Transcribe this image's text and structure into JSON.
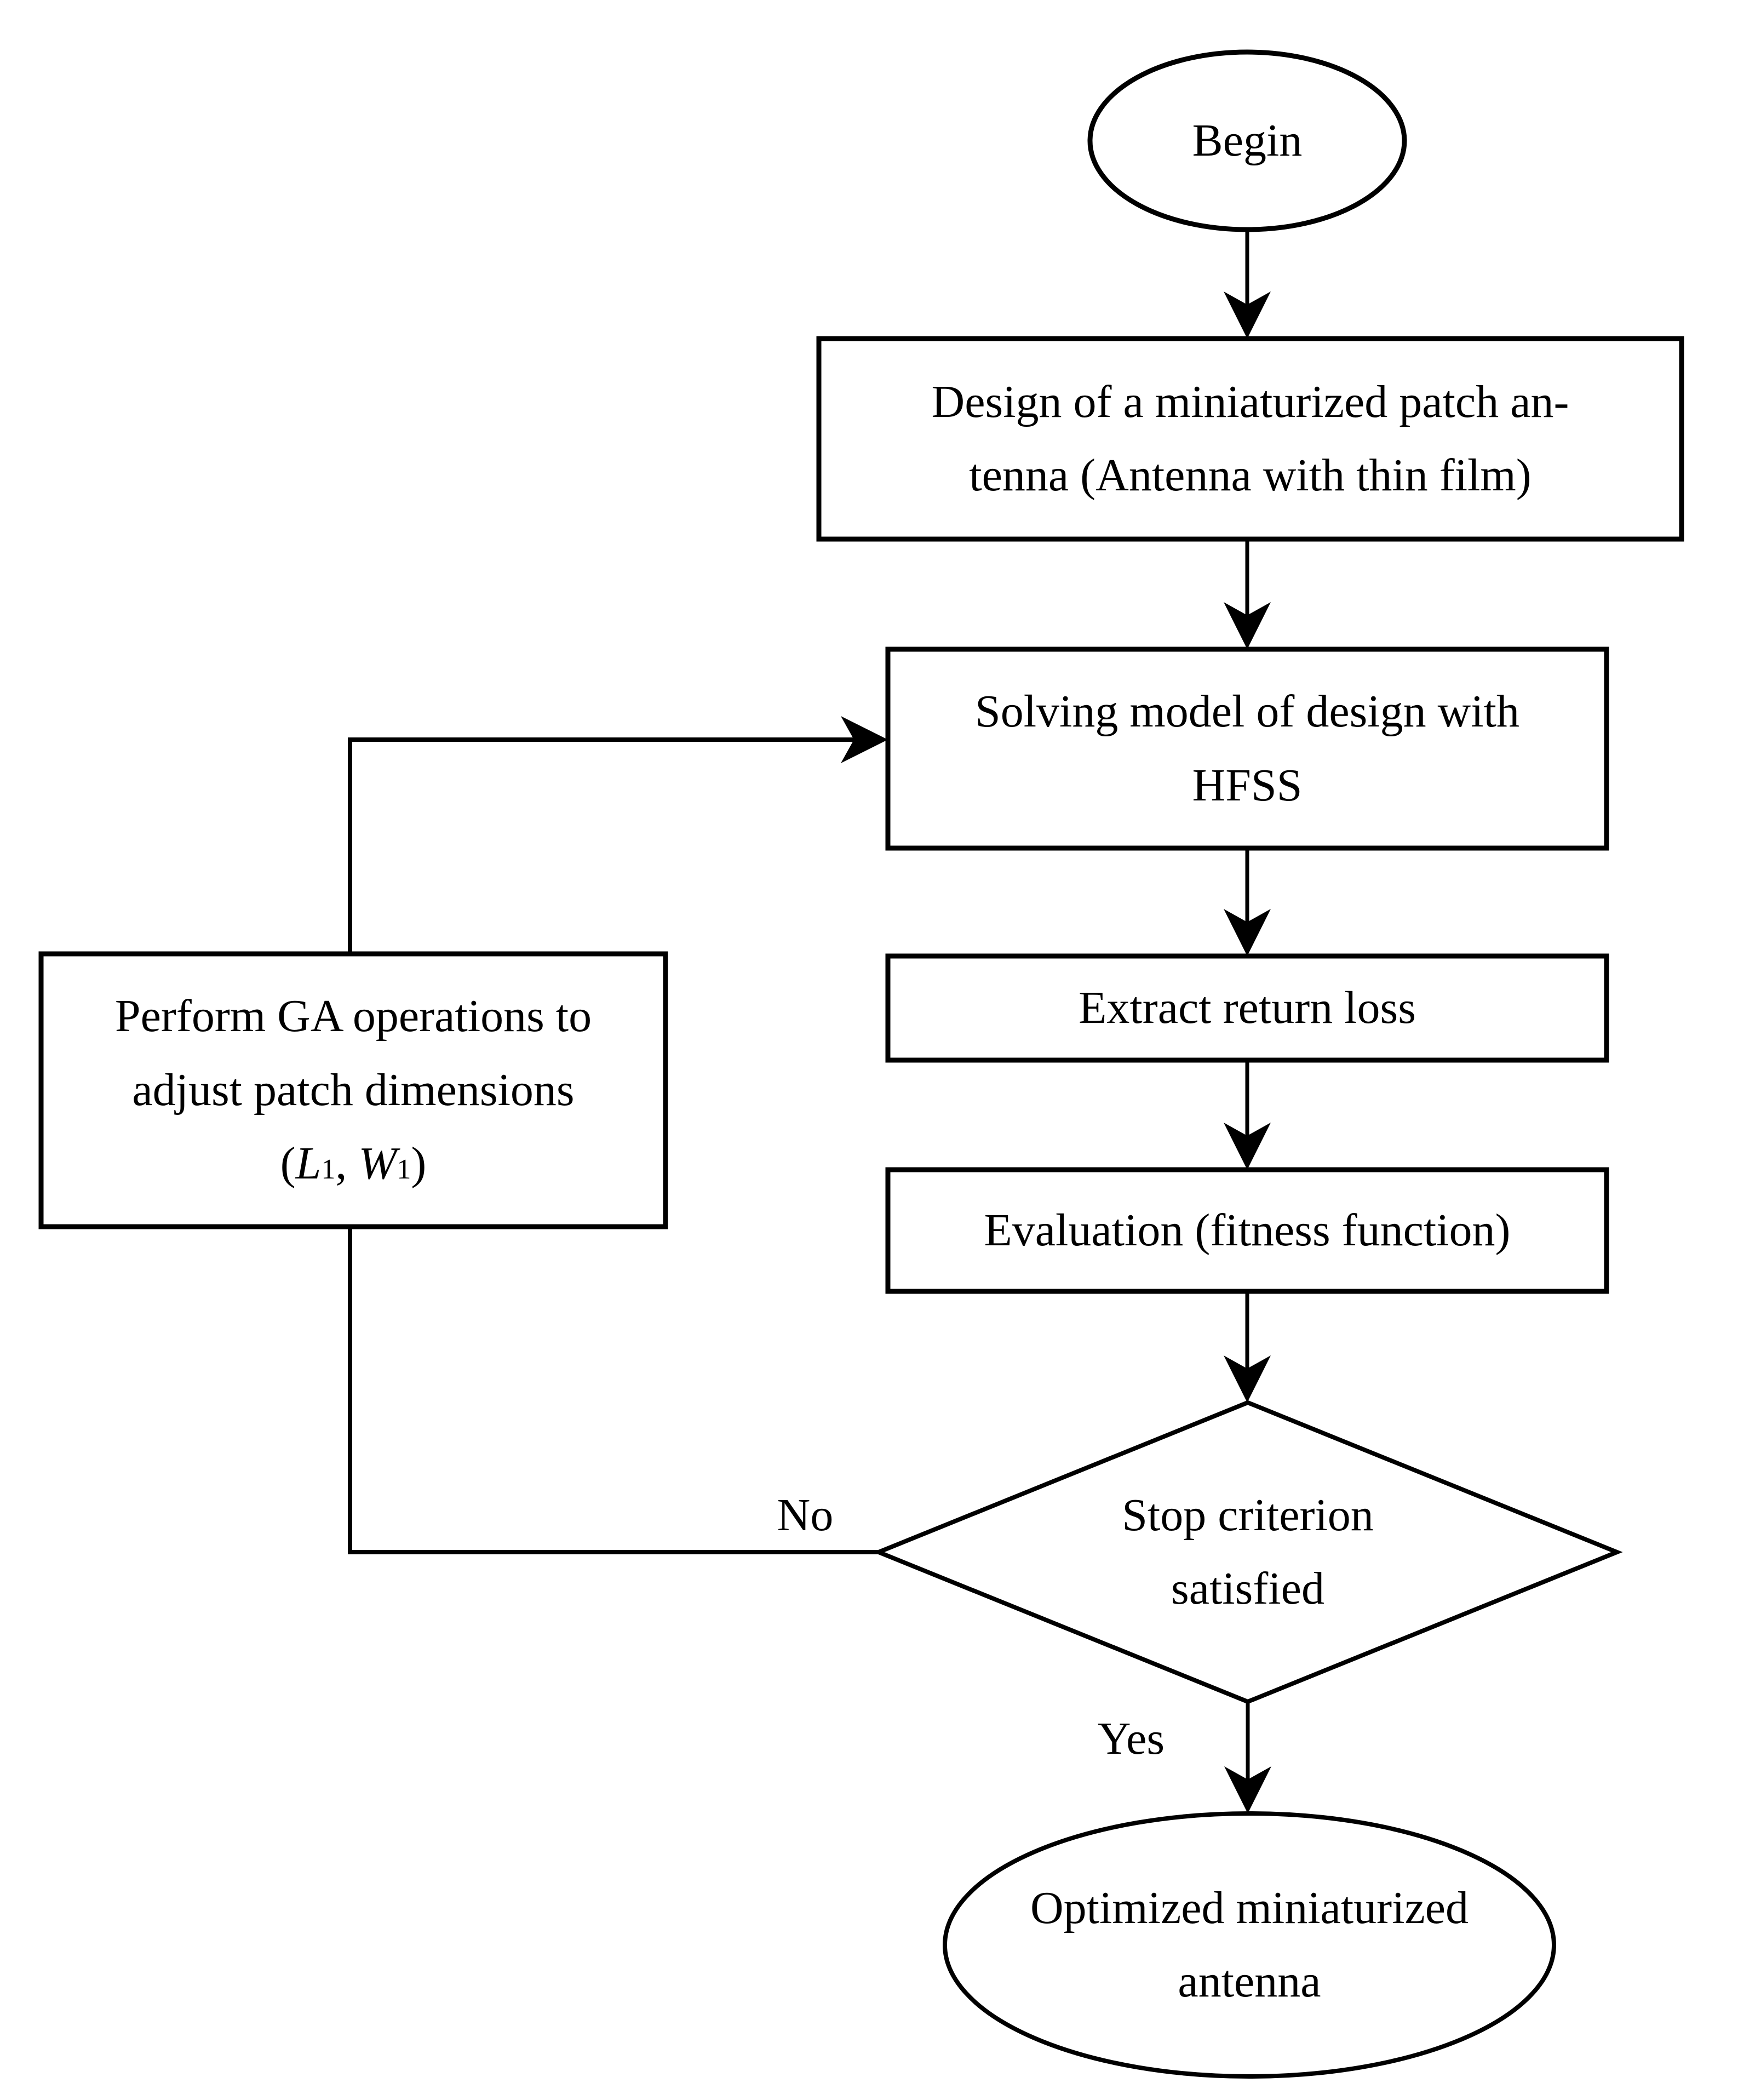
{
  "canvas": {
    "background": "#ffffff",
    "ink": "#000000"
  },
  "nodes": {
    "begin": {
      "shape": "terminator-ellipse",
      "label": "Begin"
    },
    "design": {
      "shape": "process-rect",
      "line1": "Design of a miniaturized patch an-",
      "line2": "tenna (Antenna with thin film)"
    },
    "solve": {
      "shape": "process-rect",
      "line1": "Solving model of design with",
      "line2": "HFSS"
    },
    "extract": {
      "shape": "process-rect",
      "label": "Extract return loss"
    },
    "evaluate": {
      "shape": "process-rect",
      "label": "Evaluation (fitness function)"
    },
    "decision": {
      "shape": "decision-diamond",
      "line1": "Stop criterion",
      "line2": "satisfied"
    },
    "ga": {
      "shape": "process-rect",
      "line1": "Perform GA operations to",
      "line2": "adjust patch dimensions",
      "line3_prefix": "(",
      "line3_var1": "L",
      "line3_sub1": "1",
      "line3_separator": ", ",
      "line3_var2": "W",
      "line3_sub2": "1",
      "line3_suffix": ")"
    },
    "end": {
      "shape": "terminator-ellipse",
      "line1": "Optimized miniaturized",
      "line2": "antenna"
    }
  },
  "edges": {
    "no_label": "No",
    "yes_label": "Yes"
  }
}
